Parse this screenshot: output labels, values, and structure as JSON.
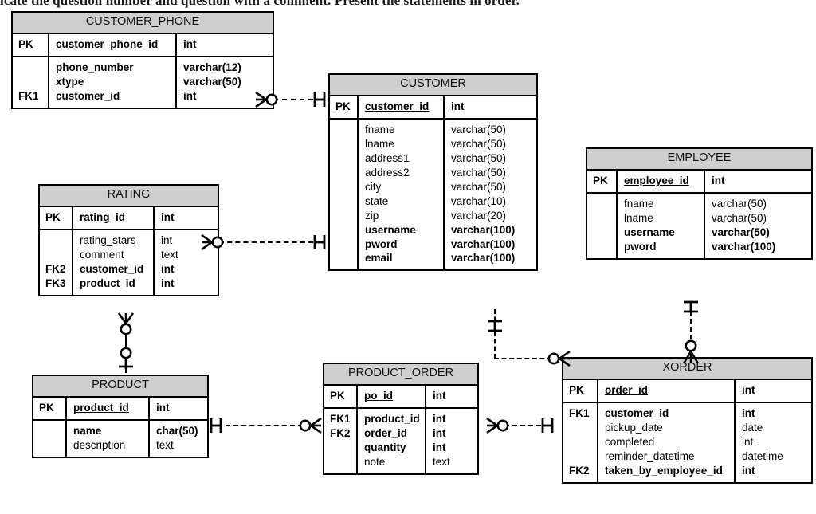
{
  "document": {
    "heading_clipped": "icate the question number and question with a comment. Present the statements in order."
  },
  "diagram": {
    "type": "entity-relationship-diagram",
    "notation": "crow's-foot (IDEF1X / Information Engineering)",
    "colors": {
      "header_fill": "#CFCFCF",
      "border": "#000000",
      "background": "#FFFFFF"
    },
    "key_labels": {
      "pk": "PK",
      "fk1": "FK1",
      "fk2": "FK2",
      "fk3": "FK3"
    },
    "entities": [
      {
        "id": "customer_phone",
        "name": "CUSTOMER_PHONE",
        "pk": {
          "key": "PK",
          "column": "customer_phone_id",
          "type": "int"
        },
        "attributes": [
          {
            "key": "",
            "column": "phone_number",
            "type": "varchar(12)",
            "bold": true
          },
          {
            "key": "",
            "column": "xtype",
            "type": "varchar(50)",
            "bold": true
          },
          {
            "key": "FK1",
            "column": "customer_id",
            "type": "int",
            "bold": true
          }
        ]
      },
      {
        "id": "customer",
        "name": "CUSTOMER",
        "pk": {
          "key": "PK",
          "column": "customer_id",
          "type": "int"
        },
        "attributes": [
          {
            "key": "",
            "column": "fname",
            "type": "varchar(50)",
            "bold": false
          },
          {
            "key": "",
            "column": "lname",
            "type": "varchar(50)",
            "bold": false
          },
          {
            "key": "",
            "column": "address1",
            "type": "varchar(50)",
            "bold": false
          },
          {
            "key": "",
            "column": "address2",
            "type": "varchar(50)",
            "bold": false
          },
          {
            "key": "",
            "column": "city",
            "type": "varchar(50)",
            "bold": false
          },
          {
            "key": "",
            "column": "state",
            "type": "varchar(10)",
            "bold": false
          },
          {
            "key": "",
            "column": "zip",
            "type": "varchar(20)",
            "bold": false
          },
          {
            "key": "",
            "column": "username",
            "type": "varchar(100)",
            "bold": true
          },
          {
            "key": "",
            "column": "pword",
            "type": "varchar(100)",
            "bold": true
          },
          {
            "key": "",
            "column": "email",
            "type": "varchar(100)",
            "bold": true
          }
        ]
      },
      {
        "id": "employee",
        "name": "EMPLOYEE",
        "pk": {
          "key": "PK",
          "column": "employee_id",
          "type": "int"
        },
        "attributes": [
          {
            "key": "",
            "column": "fname",
            "type": "varchar(50)",
            "bold": false
          },
          {
            "key": "",
            "column": "lname",
            "type": "varchar(50)",
            "bold": false
          },
          {
            "key": "",
            "column": "username",
            "type": "varchar(50)",
            "bold": true
          },
          {
            "key": "",
            "column": "pword",
            "type": "varchar(100)",
            "bold": true
          }
        ]
      },
      {
        "id": "rating",
        "name": "RATING",
        "pk": {
          "key": "PK",
          "column": "rating_id",
          "type": "int"
        },
        "attributes": [
          {
            "key": "",
            "column": "rating_stars",
            "type": "int",
            "bold": false
          },
          {
            "key": "",
            "column": "comment",
            "type": "text",
            "bold": false
          },
          {
            "key": "FK2",
            "column": "customer_id",
            "type": "int",
            "bold": true
          },
          {
            "key": "FK3",
            "column": "product_id",
            "type": "int",
            "bold": true
          }
        ]
      },
      {
        "id": "product",
        "name": "PRODUCT",
        "pk": {
          "key": "PK",
          "column": "product_id",
          "type": "int"
        },
        "attributes": [
          {
            "key": "",
            "column": "name",
            "type": "char(50)",
            "bold": true
          },
          {
            "key": "",
            "column": "description",
            "type": "text",
            "bold": false
          }
        ]
      },
      {
        "id": "product_order",
        "name": "PRODUCT_ORDER",
        "pk": {
          "key": "PK",
          "column": "po_id",
          "type": "int"
        },
        "attributes": [
          {
            "key": "FK1",
            "column": "product_id",
            "type": "int",
            "bold": true
          },
          {
            "key": "FK2",
            "column": "order_id",
            "type": "int",
            "bold": true
          },
          {
            "key": "",
            "column": "quantity",
            "type": "int",
            "bold": true
          },
          {
            "key": "",
            "column": "note",
            "type": "text",
            "bold": false
          }
        ]
      },
      {
        "id": "xorder",
        "name": "XORDER",
        "pk": {
          "key": "PK",
          "column": "order_id",
          "type": "int"
        },
        "attributes": [
          {
            "key": "FK1",
            "column": "customer_id",
            "type": "int",
            "bold": true
          },
          {
            "key": "",
            "column": "pickup_date",
            "type": "date",
            "bold": false
          },
          {
            "key": "",
            "column": "completed",
            "type": "int",
            "bold": false
          },
          {
            "key": "",
            "column": "reminder_datetime",
            "type": "datetime",
            "bold": false
          },
          {
            "key": "FK2",
            "column": "taken_by_employee_id",
            "type": "int",
            "bold": true
          }
        ]
      }
    ],
    "relationships": [
      {
        "id": "rel-customerphone-customer",
        "from": "customer_phone",
        "to": "customer",
        "from_cardinality": "zero-or-many",
        "to_cardinality": "one-and-only-one",
        "line": "dashed"
      },
      {
        "id": "rel-rating-customer",
        "from": "rating",
        "to": "customer",
        "from_cardinality": "zero-or-many",
        "to_cardinality": "one-and-only-one",
        "line": "dashed"
      },
      {
        "id": "rel-rating-product",
        "from": "rating",
        "to": "product",
        "from_cardinality": "zero-or-many",
        "to_cardinality": "zero-or-one",
        "line": "solid"
      },
      {
        "id": "rel-product-productorder",
        "from": "product",
        "to": "product_order",
        "from_cardinality": "one-and-only-one",
        "to_cardinality": "zero-or-many",
        "line": "dashed"
      },
      {
        "id": "rel-productorder-xorder",
        "from": "product_order",
        "to": "xorder",
        "from_cardinality": "zero-or-many",
        "to_cardinality": "one-and-only-one",
        "line": "dashed"
      },
      {
        "id": "rel-customer-xorder",
        "from": "customer",
        "to": "xorder",
        "from_cardinality": "one-and-only-one",
        "to_cardinality": "zero-or-many",
        "line": "dashed"
      },
      {
        "id": "rel-employee-xorder",
        "from": "employee",
        "to": "xorder",
        "from_cardinality": "one-and-only-one",
        "to_cardinality": "zero-or-many",
        "line": "dashed"
      }
    ]
  }
}
